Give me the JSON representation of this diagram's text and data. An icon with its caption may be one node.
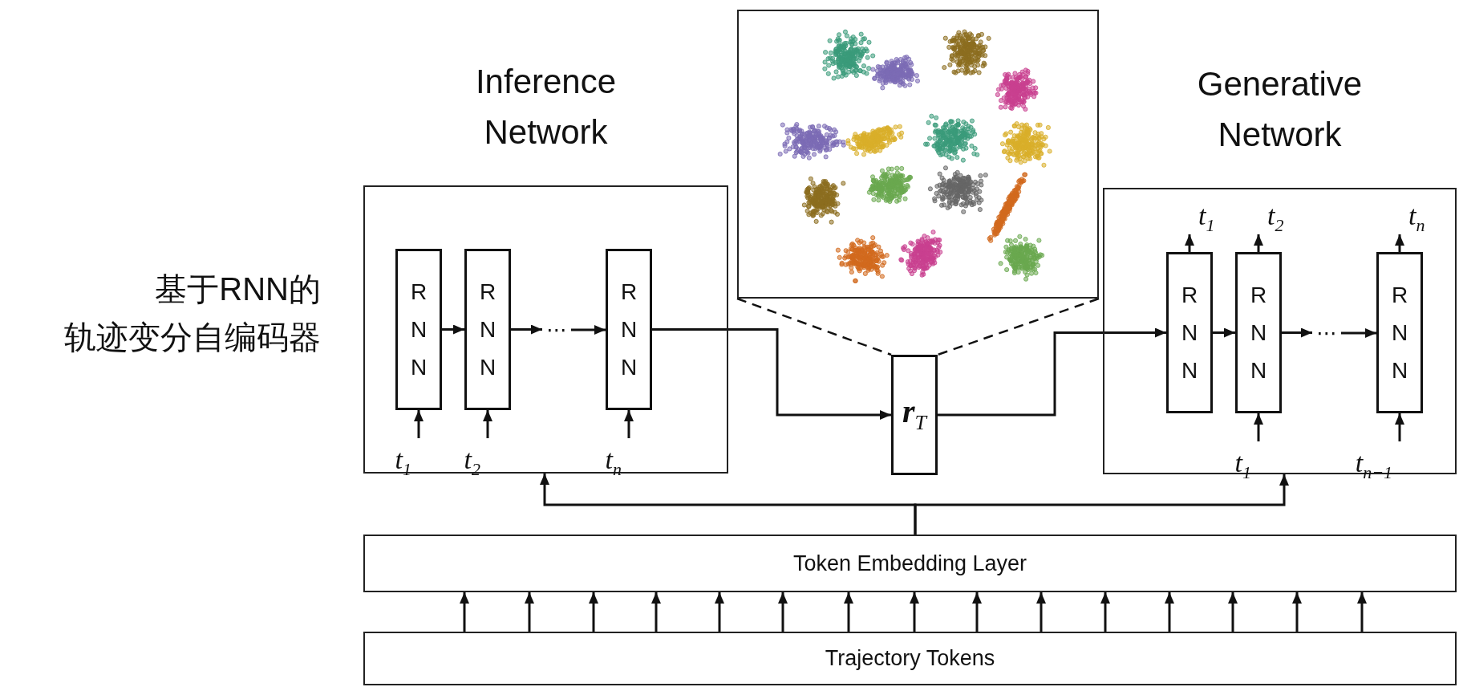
{
  "diagram": {
    "nodes": [
      {
        "text": [
          "Inference Network"
        ]
      },
      {
        "text": [
          "RNN"
        ],
        "in": 0
      },
      {
        "text": [
          "RNN"
        ],
        "in": 0
      },
      {
        "text": [
          "⋯"
        ],
        "in": 0
      },
      {
        "text": [
          "RNN"
        ],
        "in": 0
      },
      {
        "text": [
          "t$_{1}$"
        ],
        "in": 0
      },
      {
        "text": [
          "t$_{2}$"
        ],
        "in": 0
      },
      {
        "text": [
          "t$_{n}$"
        ],
        "in": 0
      },
      {
        "text": [],
        "shape": "picture"
      },
      {
        "text": [
          "**r**$_{T}$"
        ]
      },
      {
        "text": [
          "Generative Network"
        ]
      },
      {
        "text": [
          "RNN"
        ],
        "in": 10
      },
      {
        "text": [
          "RNN"
        ],
        "in": 10
      },
      {
        "text": [
          "⋯"
        ],
        "in": 10
      },
      {
        "text": [
          "RNN"
        ],
        "in": 10
      },
      {
        "text": [
          "t$_{1}$"
        ],
        "in": 10
      },
      {
        "text": [
          "t$_{2}$"
        ],
        "in": 10
      },
      {
        "text": [
          "t$_{n}$"
        ],
        "in": 10
      },
      {
        "text": [
          "t$_{1}$"
        ],
        "in": 10
      },
      {
        "text": [
          "t$_{n−1}$"
        ],
        "in": 10
      },
      {
        "text": [
          "Token Embedding Layer"
        ]
      },
      {
        "text": [
          "Trajectory Tokens"
        ]
      }
    ],
    "edges": [
      {
        "from": 5,
        "to": 1,
        "arrow": "to"
      },
      {
        "from": 6,
        "to": 2,
        "arrow": "to"
      },
      {
        "from": 7,
        "to": 4,
        "arrow": "to"
      },
      {
        "from": 1,
        "to": 2,
        "arrow": "to"
      },
      {
        "from": 2,
        "to": 3,
        "arrow": "to"
      },
      {
        "from": 3,
        "to": 4,
        "arrow": "to"
      },
      {
        "from": 4,
        "to": 9,
        "arrow": "to"
      },
      {
        "from": 8,
        "to": 9,
        "arrow": "none",
        "style": "dashed"
      },
      {
        "from": 8,
        "to": 9,
        "arrow": "none",
        "style": "dashed"
      },
      {
        "from": 9,
        "to": 11,
        "arrow": "to"
      },
      {
        "from": 11,
        "to": 12,
        "arrow": "to"
      },
      {
        "from": 12,
        "to": 13,
        "arrow": "to"
      },
      {
        "from": 13,
        "to": 14,
        "arrow": "to"
      },
      {
        "from": 11,
        "to": 15,
        "arrow": "to"
      },
      {
        "from": 12,
        "to": 16,
        "arrow": "to"
      },
      {
        "from": 14,
        "to": 17,
        "arrow": "to"
      },
      {
        "from": 18,
        "to": 12,
        "arrow": "to"
      },
      {
        "from": 19,
        "to": 14,
        "arrow": "to"
      },
      {
        "from": 20,
        "to": 0,
        "arrow": "to"
      },
      {
        "from": 20,
        "to": 10,
        "arrow": "to"
      },
      {
        "from": 21,
        "to": 20,
        "arrow": "to"
      },
      {
        "from": 21,
        "to": 20,
        "arrow": "to"
      },
      {
        "from": 21,
        "to": 20,
        "arrow": "to"
      },
      {
        "from": 21,
        "to": 20,
        "arrow": "to"
      },
      {
        "from": 21,
        "to": 20,
        "arrow": "to"
      },
      {
        "from": 21,
        "to": 20,
        "arrow": "to"
      },
      {
        "from": 21,
        "to": 20,
        "arrow": "to"
      },
      {
        "from": 21,
        "to": 20,
        "arrow": "to"
      },
      {
        "from": 21,
        "to": 20,
        "arrow": "to"
      },
      {
        "from": 21,
        "to": 20,
        "arrow": "to"
      },
      {
        "from": 21,
        "to": 20,
        "arrow": "to"
      },
      {
        "from": 21,
        "to": 20,
        "arrow": "to"
      },
      {
        "from": 21,
        "to": 20,
        "arrow": "to"
      },
      {
        "from": 21,
        "to": 20,
        "arrow": "to"
      },
      {
        "from": 21,
        "to": 20,
        "arrow": "to"
      }
    ],
    "labels": [
      "基于RNN的",
      "轨迹变分自编码器"
    ]
  }
}
